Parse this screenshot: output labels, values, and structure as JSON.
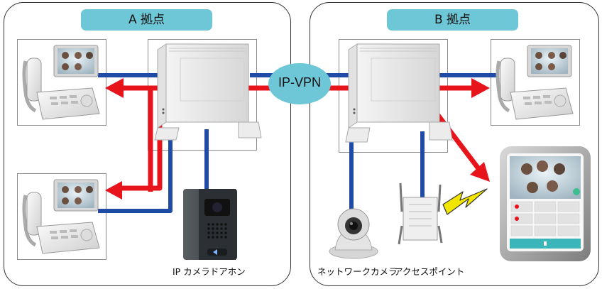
{
  "sites": {
    "a": {
      "label": "A 拠点"
    },
    "b": {
      "label": "B 拠点"
    }
  },
  "network": {
    "label": "IP-VPN"
  },
  "devices": {
    "door_intercom": {
      "caption": "IP カメラドアホン"
    },
    "network_camera": {
      "caption": "ネットワークカメラ"
    },
    "access_point": {
      "caption": "アクセスポイント"
    }
  },
  "colors": {
    "red_line": "#e8141c",
    "blue_line": "#1f4aa5",
    "cloud": "#6ec7d6",
    "label_bg": "#6ec7d6"
  }
}
